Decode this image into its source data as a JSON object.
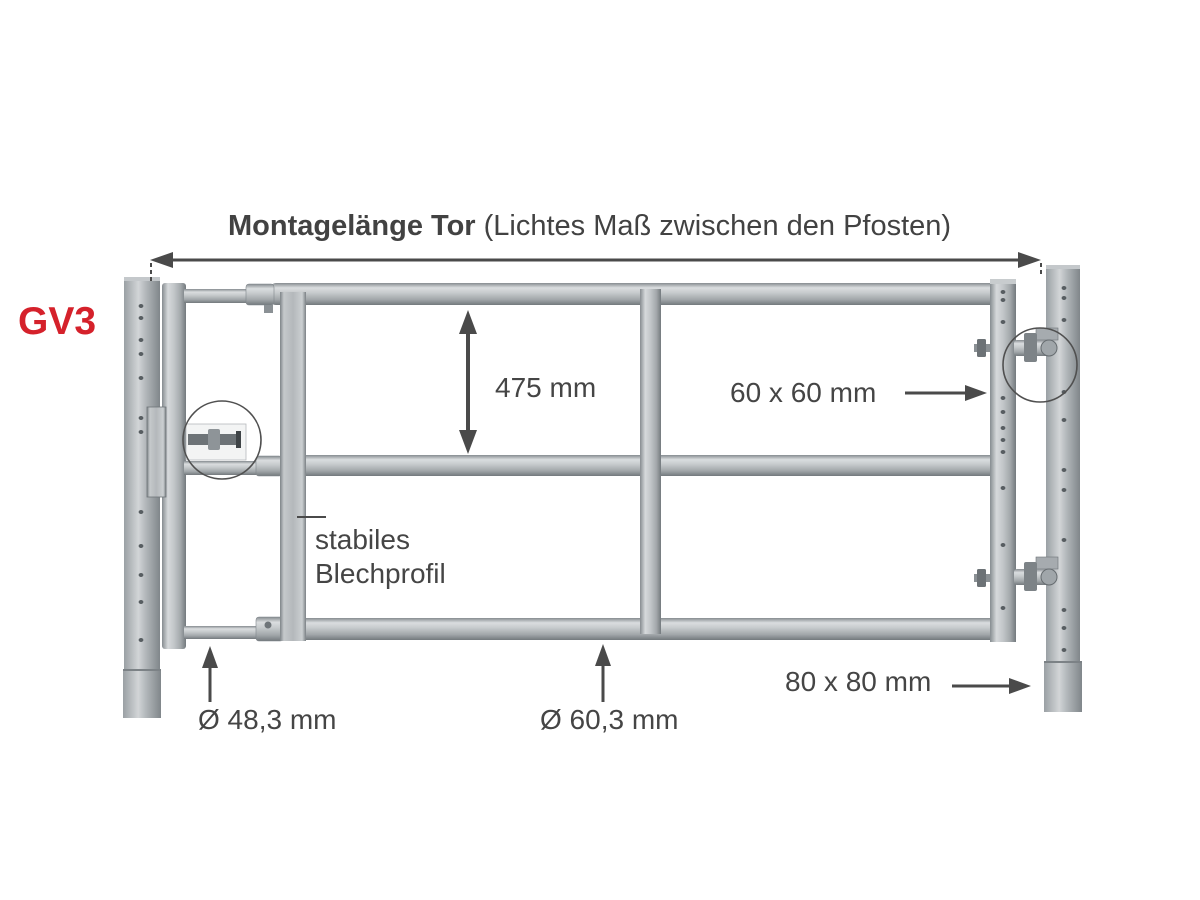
{
  "model": "GV3",
  "title": {
    "bold": "Montagelänge Tor",
    "note": "(Lichtes Maß zwischen den Pfosten)"
  },
  "dimensions": {
    "rail_spacing": "475 mm",
    "stile_profile": "60 x 60 mm",
    "profile_note": [
      "stabiles",
      "Blechprofil"
    ],
    "slide_tube": "Ø 48,3 mm",
    "rail_tube": "Ø 60,3 mm",
    "post_profile": "80 x 80 mm"
  },
  "colors": {
    "model": "#d5212b",
    "text": "#454545",
    "dimension_lines": "#4a4a4a",
    "steel": "#b9bec1"
  }
}
